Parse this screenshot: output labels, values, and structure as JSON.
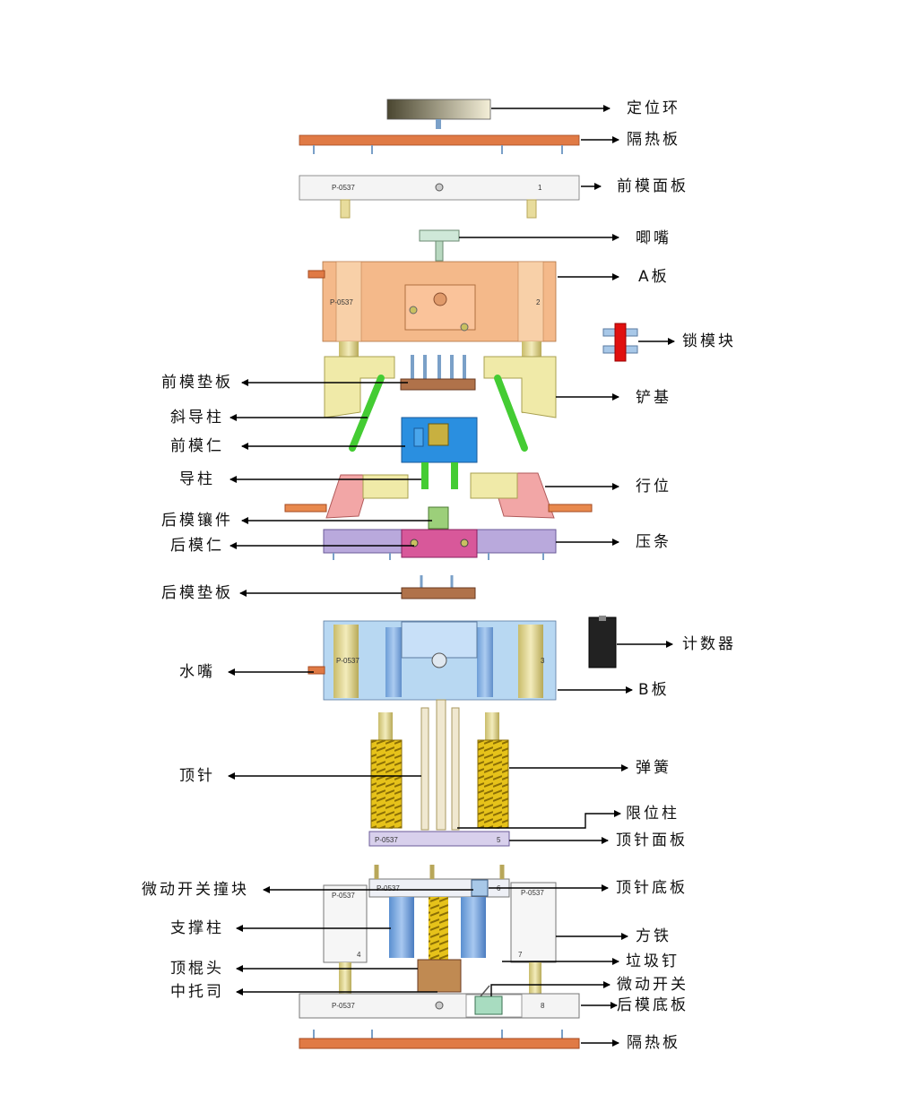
{
  "labels": {
    "locating_ring": "定位环",
    "insulation_top": "隔热板",
    "top_clamp_plate": "前模面板",
    "sprue_bushing": "唧嘴",
    "a_plate": "A板",
    "mold_lock": "锁模块",
    "front_backing_plate": "前模垫板",
    "wedge_base": "铲基",
    "angle_pin": "斜导柱",
    "cavity_insert": "前模仁",
    "guide_pin": "导柱",
    "slider": "行位",
    "core_sub_insert": "后模镶件",
    "core_insert": "后模仁",
    "gib": "压条",
    "rear_backing_plate": "后模垫板",
    "counter": "计数器",
    "water_nozzle": "水嘴",
    "b_plate": "B板",
    "ejector_pin": "顶针",
    "spring": "弹簧",
    "stop_pillar": "限位柱",
    "ejector_retainer": "顶针面板",
    "switch_striker": "微动开关撞块",
    "ejector_plate": "顶针底板",
    "support_pillar": "支撑柱",
    "spacer_block": "方铁",
    "ko_rod_head": "顶棍头",
    "stop_pin": "垃圾钉",
    "micro_switch": "微动开关",
    "center_guide": "中托司",
    "bottom_clamp_plate": "后模底板",
    "insulation_bottom": "隔热板"
  },
  "plate_marks": {
    "part_no": "P-0537",
    "n1": "1",
    "n2": "2",
    "n3": "3",
    "n4": "4",
    "n5": "5",
    "n6": "6",
    "n7": "7",
    "n8": "8"
  },
  "colors": {
    "insulation": "#e07a45",
    "a_plate": "#f4b98a",
    "b_plate": "#b8d8f2",
    "pillar": "#e8dc9c",
    "angle_pin": "#44cc33",
    "cavity": "#2a8fe0",
    "slider": "#f2a6a6",
    "gib": "#b9a9dc",
    "core": "#d8589a",
    "spring": "#e6c21a",
    "backing": "#b0724a",
    "lock": "#e01010",
    "counter": "#222222"
  }
}
